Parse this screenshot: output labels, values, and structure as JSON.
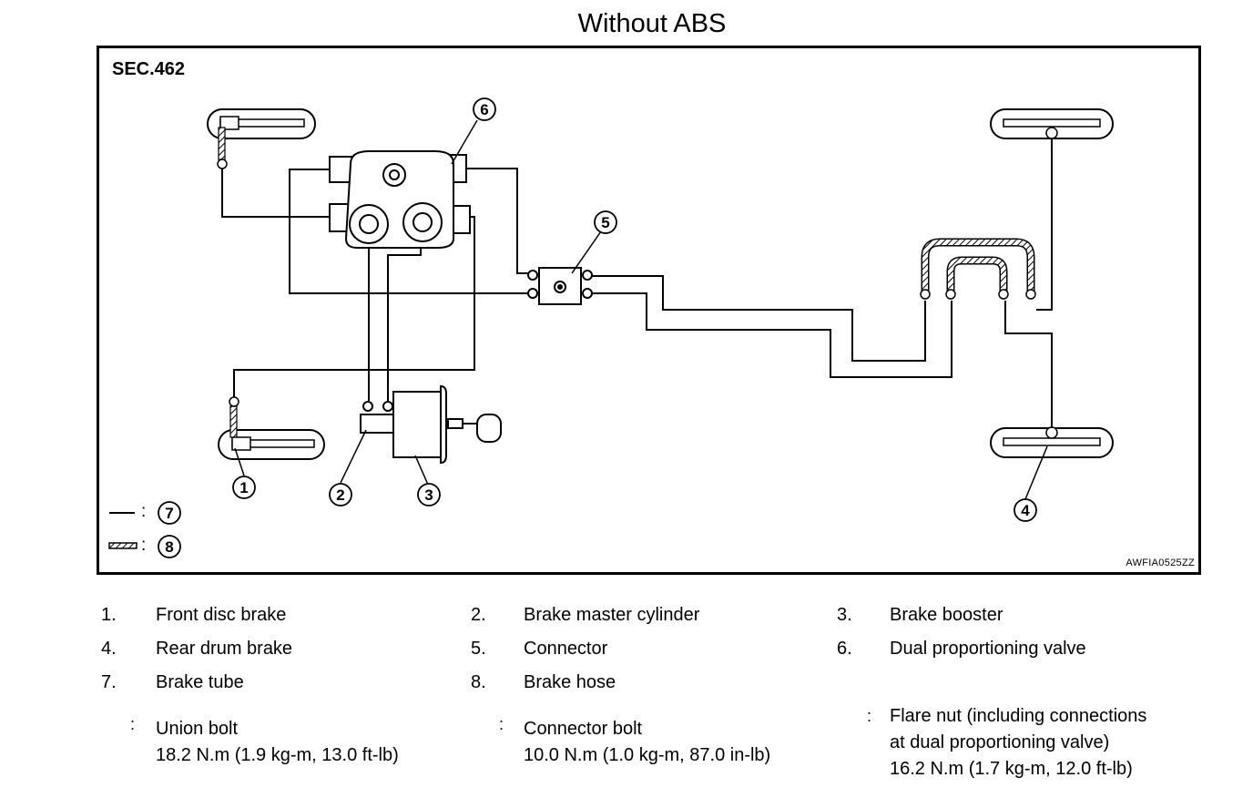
{
  "title": "Without ABS",
  "section": "SEC.462",
  "figure_code": "AWFIA0525ZZ",
  "callouts": [
    "1",
    "2",
    "3",
    "4",
    "5",
    "6",
    "7",
    "8"
  ],
  "legend": {
    "tube_colon": ":",
    "hose_colon": ":"
  },
  "items": [
    {
      "num": "1.",
      "label": "Front disc brake"
    },
    {
      "num": "2.",
      "label": "Brake master cylinder"
    },
    {
      "num": "3.",
      "label": "Brake booster"
    },
    {
      "num": "4.",
      "label": "Rear drum brake"
    },
    {
      "num": "5.",
      "label": "Connector"
    },
    {
      "num": "6.",
      "label": "Dual proportioning valve"
    },
    {
      "num": "7.",
      "label": "Brake tube"
    },
    {
      "num": "8.",
      "label": "Brake hose"
    }
  ],
  "torques": [
    {
      "symbol": ":",
      "name": "Union bolt",
      "value": "18.2 N.m (1.9 kg-m, 13.0 ft-lb)"
    },
    {
      "symbol": ":",
      "name": "Connector bolt",
      "value": "10.0 N.m (1.0 kg-m, 87.0 in-lb)"
    },
    {
      "symbol": ":",
      "name_line1": "Flare nut (including connections",
      "name_line2": "at dual proportioning valve)",
      "value": "16.2 N.m (1.7 kg-m, 12.0 ft-lb)"
    }
  ]
}
